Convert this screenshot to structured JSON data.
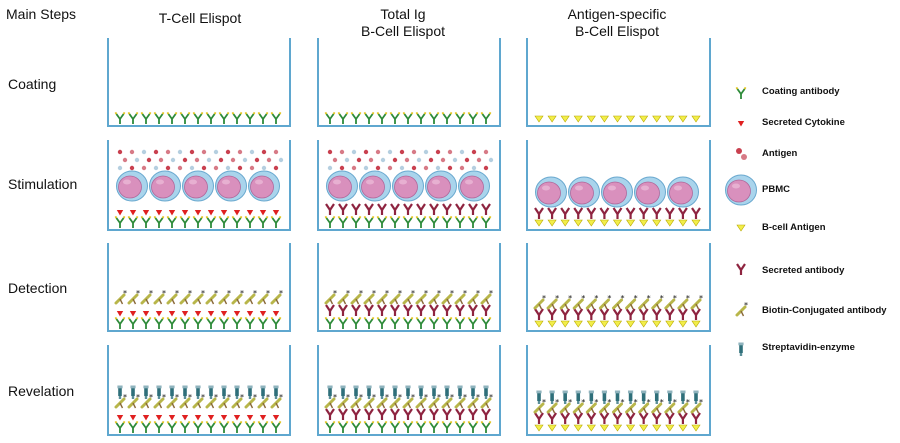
{
  "header": {
    "main_steps": "Main Steps",
    "columns": [
      {
        "line1": "T-Cell Elispot",
        "line2": ""
      },
      {
        "line1": "Total Ig",
        "line2": "B-Cell Elispot"
      },
      {
        "line1": "Antigen-specific",
        "line2": "B-Cell Elispot"
      }
    ]
  },
  "steps": [
    "Coating",
    "Stimulation",
    "Detection",
    "Revelation"
  ],
  "legend": [
    {
      "label": "Coating antibody",
      "icon": "coating-antibody-icon"
    },
    {
      "label": "Secreted Cytokine",
      "icon": "secreted-cytokine-icon"
    },
    {
      "label": "Antigen",
      "icon": "antigen-icon"
    },
    {
      "label": "PBMC",
      "icon": "pbmc-icon"
    },
    {
      "label": "B-cell Antigen",
      "icon": "b-cell-antigen-icon"
    },
    {
      "label": "Secreted antibody",
      "icon": "secreted-antibody-icon"
    },
    {
      "label": "Biotin-Conjugated antibody",
      "icon": "biotin-antibody-icon"
    },
    {
      "label": "Streptavidin-enzyme",
      "icon": "streptavidin-enzyme-icon"
    }
  ],
  "colors": {
    "well": "#5fa7cf",
    "coating_antibody_green": "#2e8b3a",
    "coating_antibody_yellow": "#e0c21a",
    "cytokine": "#e02020",
    "antigen": "#d77a86",
    "pbmc_outer": "#a9d4ec",
    "pbmc_inner": "#d990bd",
    "b_cell_antigen": "#f2ee4a",
    "secreted_antibody": "#8e2440",
    "biotin_antibody": "#b8b64a",
    "streptavidin": "#2f6f7a"
  }
}
